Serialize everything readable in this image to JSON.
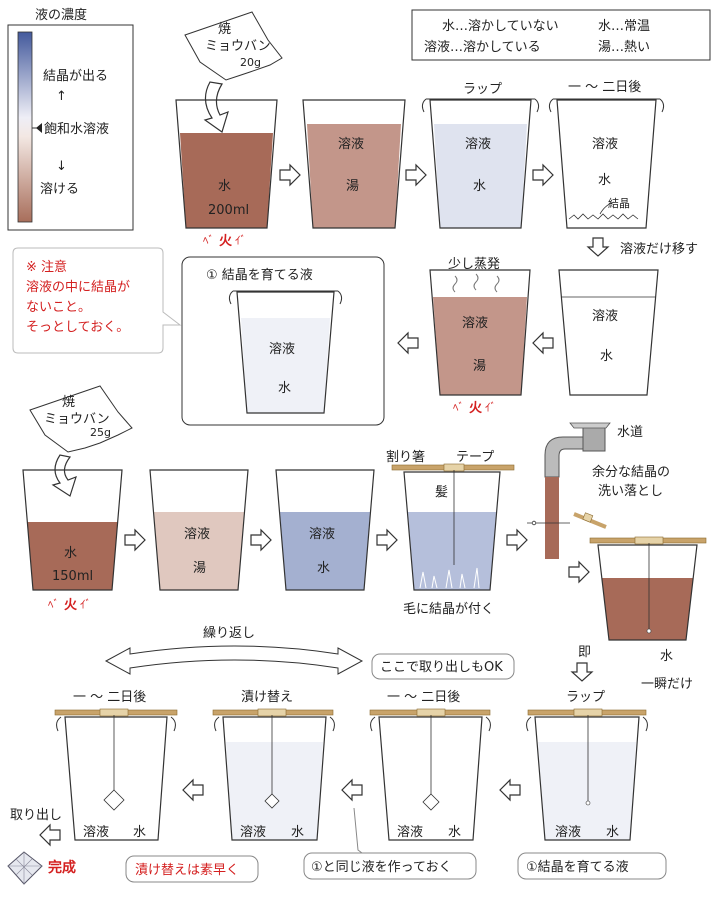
{
  "legend": {
    "title": "液の濃度",
    "top_label": "結晶が出る",
    "mid_label": "飽和水溶液",
    "bottom_label": "溶ける",
    "up_arrow": "↑",
    "down_arrow": "↓"
  },
  "key": {
    "line1_left": "水…溶かしていない",
    "line1_right": "水…常温",
    "line2_left": "溶液…溶かしている",
    "line2_right": "湯…熱い"
  },
  "row1": {
    "alum_label_1": "焼",
    "alum_label_2": "ミョウバン",
    "alum_amount": "20g",
    "cup1_label": "水",
    "cup1_volume": "200ml",
    "fire": "火",
    "cup2_top": "溶液",
    "cup2_bottom": "湯",
    "wrap": "ラップ",
    "cup3_top": "溶液",
    "cup3_bottom": "水",
    "days": "一 ～ 二日後",
    "cup4_top": "溶液",
    "cup4_bottom": "水",
    "crystal": "結晶"
  },
  "row2": {
    "note_title": "※ 注意",
    "note_line1": "溶液の中に結晶が",
    "note_line2": "ないこと。",
    "note_line3": "そっとしておく。",
    "box_title": "① 結晶を育てる液",
    "box_top": "溶液",
    "box_bottom": "水",
    "evaporate": "少し蒸発",
    "cup_top": "溶液",
    "cup_bottom": "湯",
    "fire": "火",
    "transfer": "溶液だけ移す",
    "cup_r_top": "溶液",
    "cup_r_bottom": "水"
  },
  "row3": {
    "alum_label_1": "焼",
    "alum_label_2": "ミョウバン",
    "alum_amount": "25g",
    "cup1_label": "水",
    "cup1_volume": "150ml",
    "fire": "火",
    "cup2_top": "溶液",
    "cup2_bottom": "湯",
    "cup3_top": "溶液",
    "cup3_bottom": "水",
    "chopsticks": "割り箸",
    "tape": "テープ",
    "hair": "髪",
    "hair_crystal": "毛に結晶が付く",
    "tap": "水道",
    "wash_1": "余分な結晶の",
    "wash_2": "洗い落とし",
    "cup_r_label": "水",
    "instant_label": "一瞬だけ",
    "soku": "即"
  },
  "row4": {
    "repeat": "繰り返し",
    "ok_bubble": "ここで取り出しもOK",
    "days_a": "一 ～ 二日後",
    "replace": "漬け替え",
    "days_b": "一 ～ 二日後",
    "wrap": "ラップ",
    "cup_top": "溶液",
    "cup_bottom": "水",
    "take_out": "取り出し",
    "done": "完成",
    "replace_fast": "漬け替えは素早く",
    "same_liquid": "①と同じ液を作っておく",
    "grow_liquid": "①結晶を育てる液"
  },
  "colors": {
    "hot_dark": "#a76a58",
    "hot_mid": "#c3968a",
    "hot_light": "#e0c8bf",
    "saturated": "#ece6ec",
    "cold_light": "#dfe3ef",
    "cold_mid": "#a4b0d0",
    "chopstick": "#c8a36a",
    "red": "#d42020"
  }
}
